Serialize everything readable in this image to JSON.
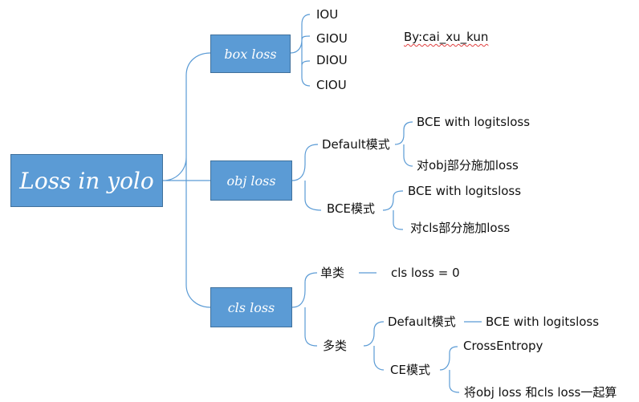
{
  "root": {
    "label": "Loss in yolo"
  },
  "author": "By:cai_xu_kun",
  "box_loss": {
    "label": "box loss",
    "items": [
      "IOU",
      "GIOU",
      "DIOU",
      "CIOU"
    ]
  },
  "obj_loss": {
    "label": "obj loss",
    "default_mode": {
      "label": "Default模式",
      "items": [
        "BCE with logitsloss",
        "对obj部分施加loss"
      ]
    },
    "bce_mode": {
      "label": "BCE模式",
      "items": [
        "BCE with logitsloss",
        "对cls部分施加loss"
      ]
    }
  },
  "cls_loss": {
    "label": "cls loss",
    "single": {
      "label": "单类",
      "value": "cls loss = 0"
    },
    "multi": {
      "label": "多类",
      "default_mode": {
        "label": "Default模式",
        "value": "BCE with logitsloss"
      },
      "ce_mode": {
        "label": "CE模式",
        "items": [
          "CrossEntropy",
          "将obj loss 和cls loss一起算"
        ]
      }
    }
  },
  "colors": {
    "box_fill": "#5b9bd5",
    "box_border": "#41719c",
    "connector": "#5b9bd5"
  }
}
